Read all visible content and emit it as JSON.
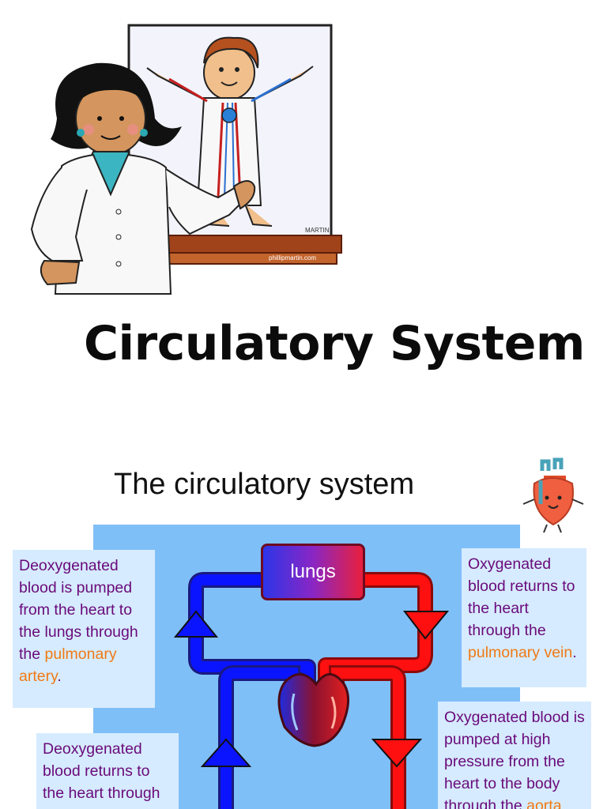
{
  "slide1": {
    "title": "Circulatory System",
    "art": {
      "board_signature": "MARTIN",
      "board_caption": "phillipmartin.com"
    }
  },
  "slide2": {
    "title": "The circulatory system",
    "lungs_label": "lungs",
    "notes": {
      "pulmonary_artery": {
        "text_before": "Deoxygenated blood is pumped from the heart to the lungs through the ",
        "highlight": "pulmonary artery",
        "text_after": "."
      },
      "pulmonary_vein": {
        "text_before": "Oxygenated blood returns to the heart through the ",
        "highlight": "pulmonary vein",
        "text_after": "."
      },
      "aorta": {
        "text_before": "Oxygenated blood is pumped at high pressure from the heart to the body through the ",
        "highlight": "aorta",
        "text_after": ""
      },
      "vena_cava": {
        "text_before": "Deoxygenated blood returns to the heart through the",
        "highlight": "",
        "text_after": ""
      }
    },
    "colors": {
      "blue_vessel": "#0a14ff",
      "red_vessel": "#ff1010",
      "diagram_bg": "#7fbff8",
      "note_bg": "#d6ebff",
      "note_text": "#6a0a7a",
      "highlight": "#f07a14"
    }
  }
}
